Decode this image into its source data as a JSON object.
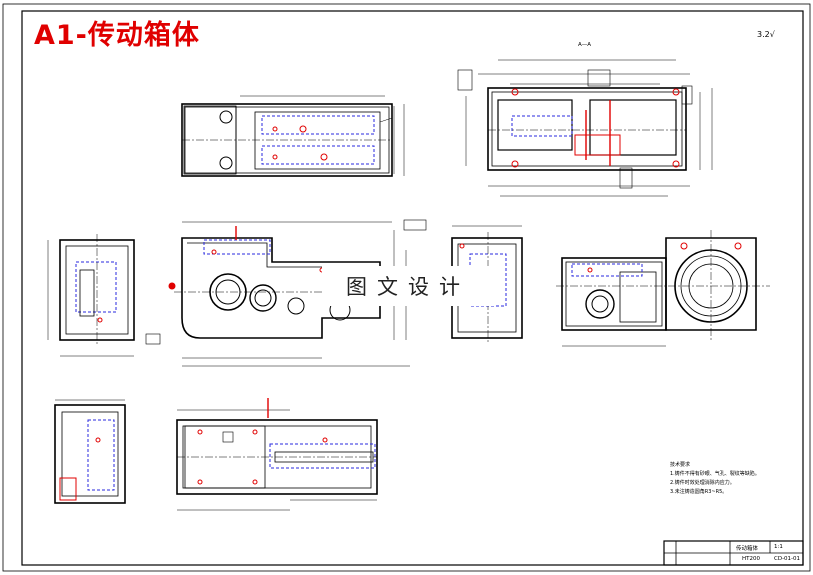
{
  "drawing": {
    "title": "A1-传动箱体",
    "watermark": "图文设计",
    "roughness_symbol": "3.2√",
    "section_label": "A—A",
    "colors": {
      "title": "#e00000",
      "outline": "#000000",
      "hidden_line": "#2a2adf",
      "highlight": "#e00000",
      "paper": "#ffffff"
    }
  },
  "tech_requirements": {
    "heading": "技术要求",
    "lines": [
      "1.铸件不得有砂眼、气孔、裂纹等缺陷。",
      "2.铸件时效处理消除内应力。",
      "3.未注铸造圆角R3~R5。"
    ]
  },
  "title_block": {
    "part_name": "传动箱体",
    "material": "HT200",
    "scale": "1:1",
    "drawing_no": "CD-01-01"
  }
}
